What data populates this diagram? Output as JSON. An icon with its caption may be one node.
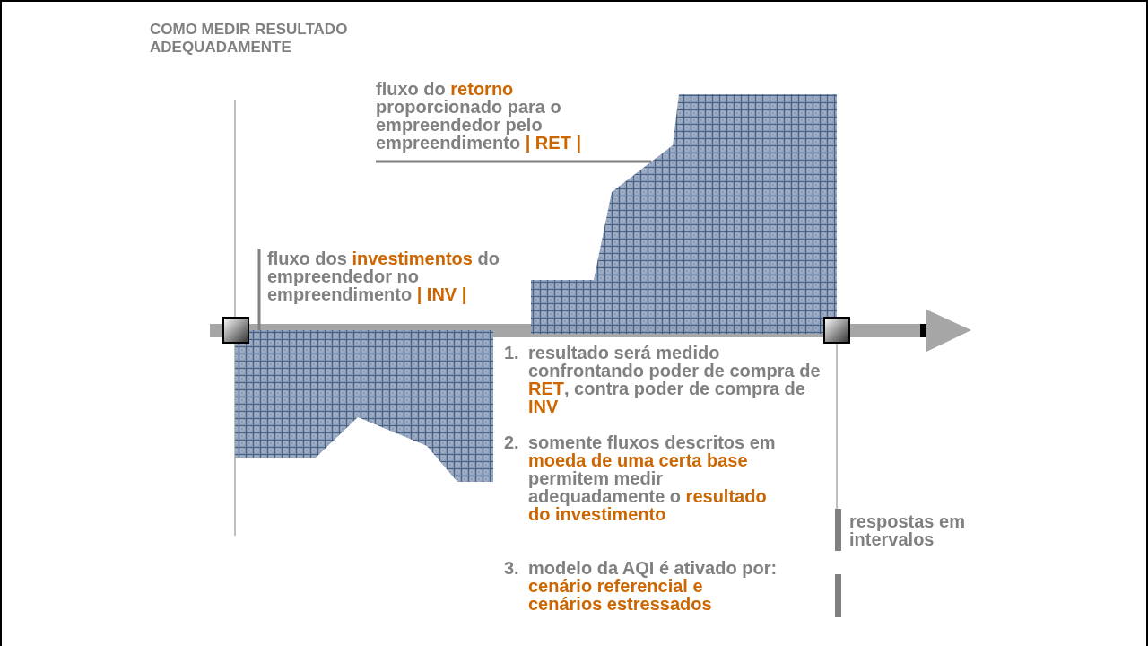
{
  "diagram": {
    "title": "COMO MEDIR RESULTADO ADEQUADAMENTE",
    "nodes": [
      {
        "text": [
          "fluxo do **retorno** proporcionado para o empreendedor pelo empreendimento **| RET |**"
        ]
      },
      {
        "text": [],
        "shape": "bar"
      },
      {
        "text": [
          "fluxo dos **investimentos** do empreendedor no empreendimento **| INV |**"
        ]
      },
      {
        "text": [],
        "shape": "bar"
      }
    ],
    "edges": [
      {
        "from": 0,
        "to": 1,
        "arrow": "none"
      },
      {
        "from": 2,
        "to": 3,
        "arrow": "none"
      }
    ],
    "labels": [
      "1.",
      "resultado será medido confrontando poder de compra de **RET**, contra poder de compra de **INV**",
      "2.",
      "somente fluxos descritos em **moeda de uma certa base** permitem medir adequadamente o **resultado do investimento**",
      "3.",
      "modelo da AQI é ativado por: **cenário referencial e cenários estressados**",
      "respostas em intervalos"
    ]
  }
}
